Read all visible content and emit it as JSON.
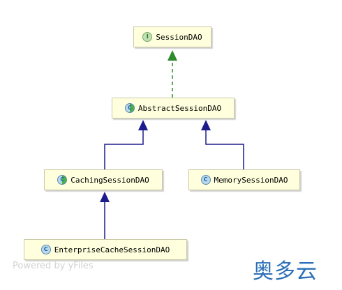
{
  "diagram": {
    "nodes": [
      {
        "id": "session-dao",
        "label": "SessionDAO",
        "badge": "I",
        "kind": "interface"
      },
      {
        "id": "abstract-session-dao",
        "label": "AbstractSessionDAO",
        "badge": "C",
        "kind": "abstract"
      },
      {
        "id": "caching-session-dao",
        "label": "CachingSessionDAO",
        "badge": "C",
        "kind": "abstract"
      },
      {
        "id": "memory-session-dao",
        "label": "MemorySessionDAO",
        "badge": "C",
        "kind": "class"
      },
      {
        "id": "enterprise-cache-session-dao",
        "label": "EnterpriseCacheSessionDAO",
        "badge": "C",
        "kind": "class"
      }
    ],
    "edges": [
      {
        "from": "abstract-session-dao",
        "to": "session-dao",
        "type": "implements"
      },
      {
        "from": "caching-session-dao",
        "to": "abstract-session-dao",
        "type": "extends"
      },
      {
        "from": "memory-session-dao",
        "to": "abstract-session-dao",
        "type": "extends"
      },
      {
        "from": "enterprise-cache-session-dao",
        "to": "caching-session-dao",
        "type": "extends"
      }
    ],
    "colors": {
      "implements": "#2e8b2e",
      "extends": "#1c1c8c",
      "node_fill": "#ffffdd"
    }
  },
  "footer": {
    "watermark": "Powered by yFiles",
    "logo": "奥多云"
  }
}
